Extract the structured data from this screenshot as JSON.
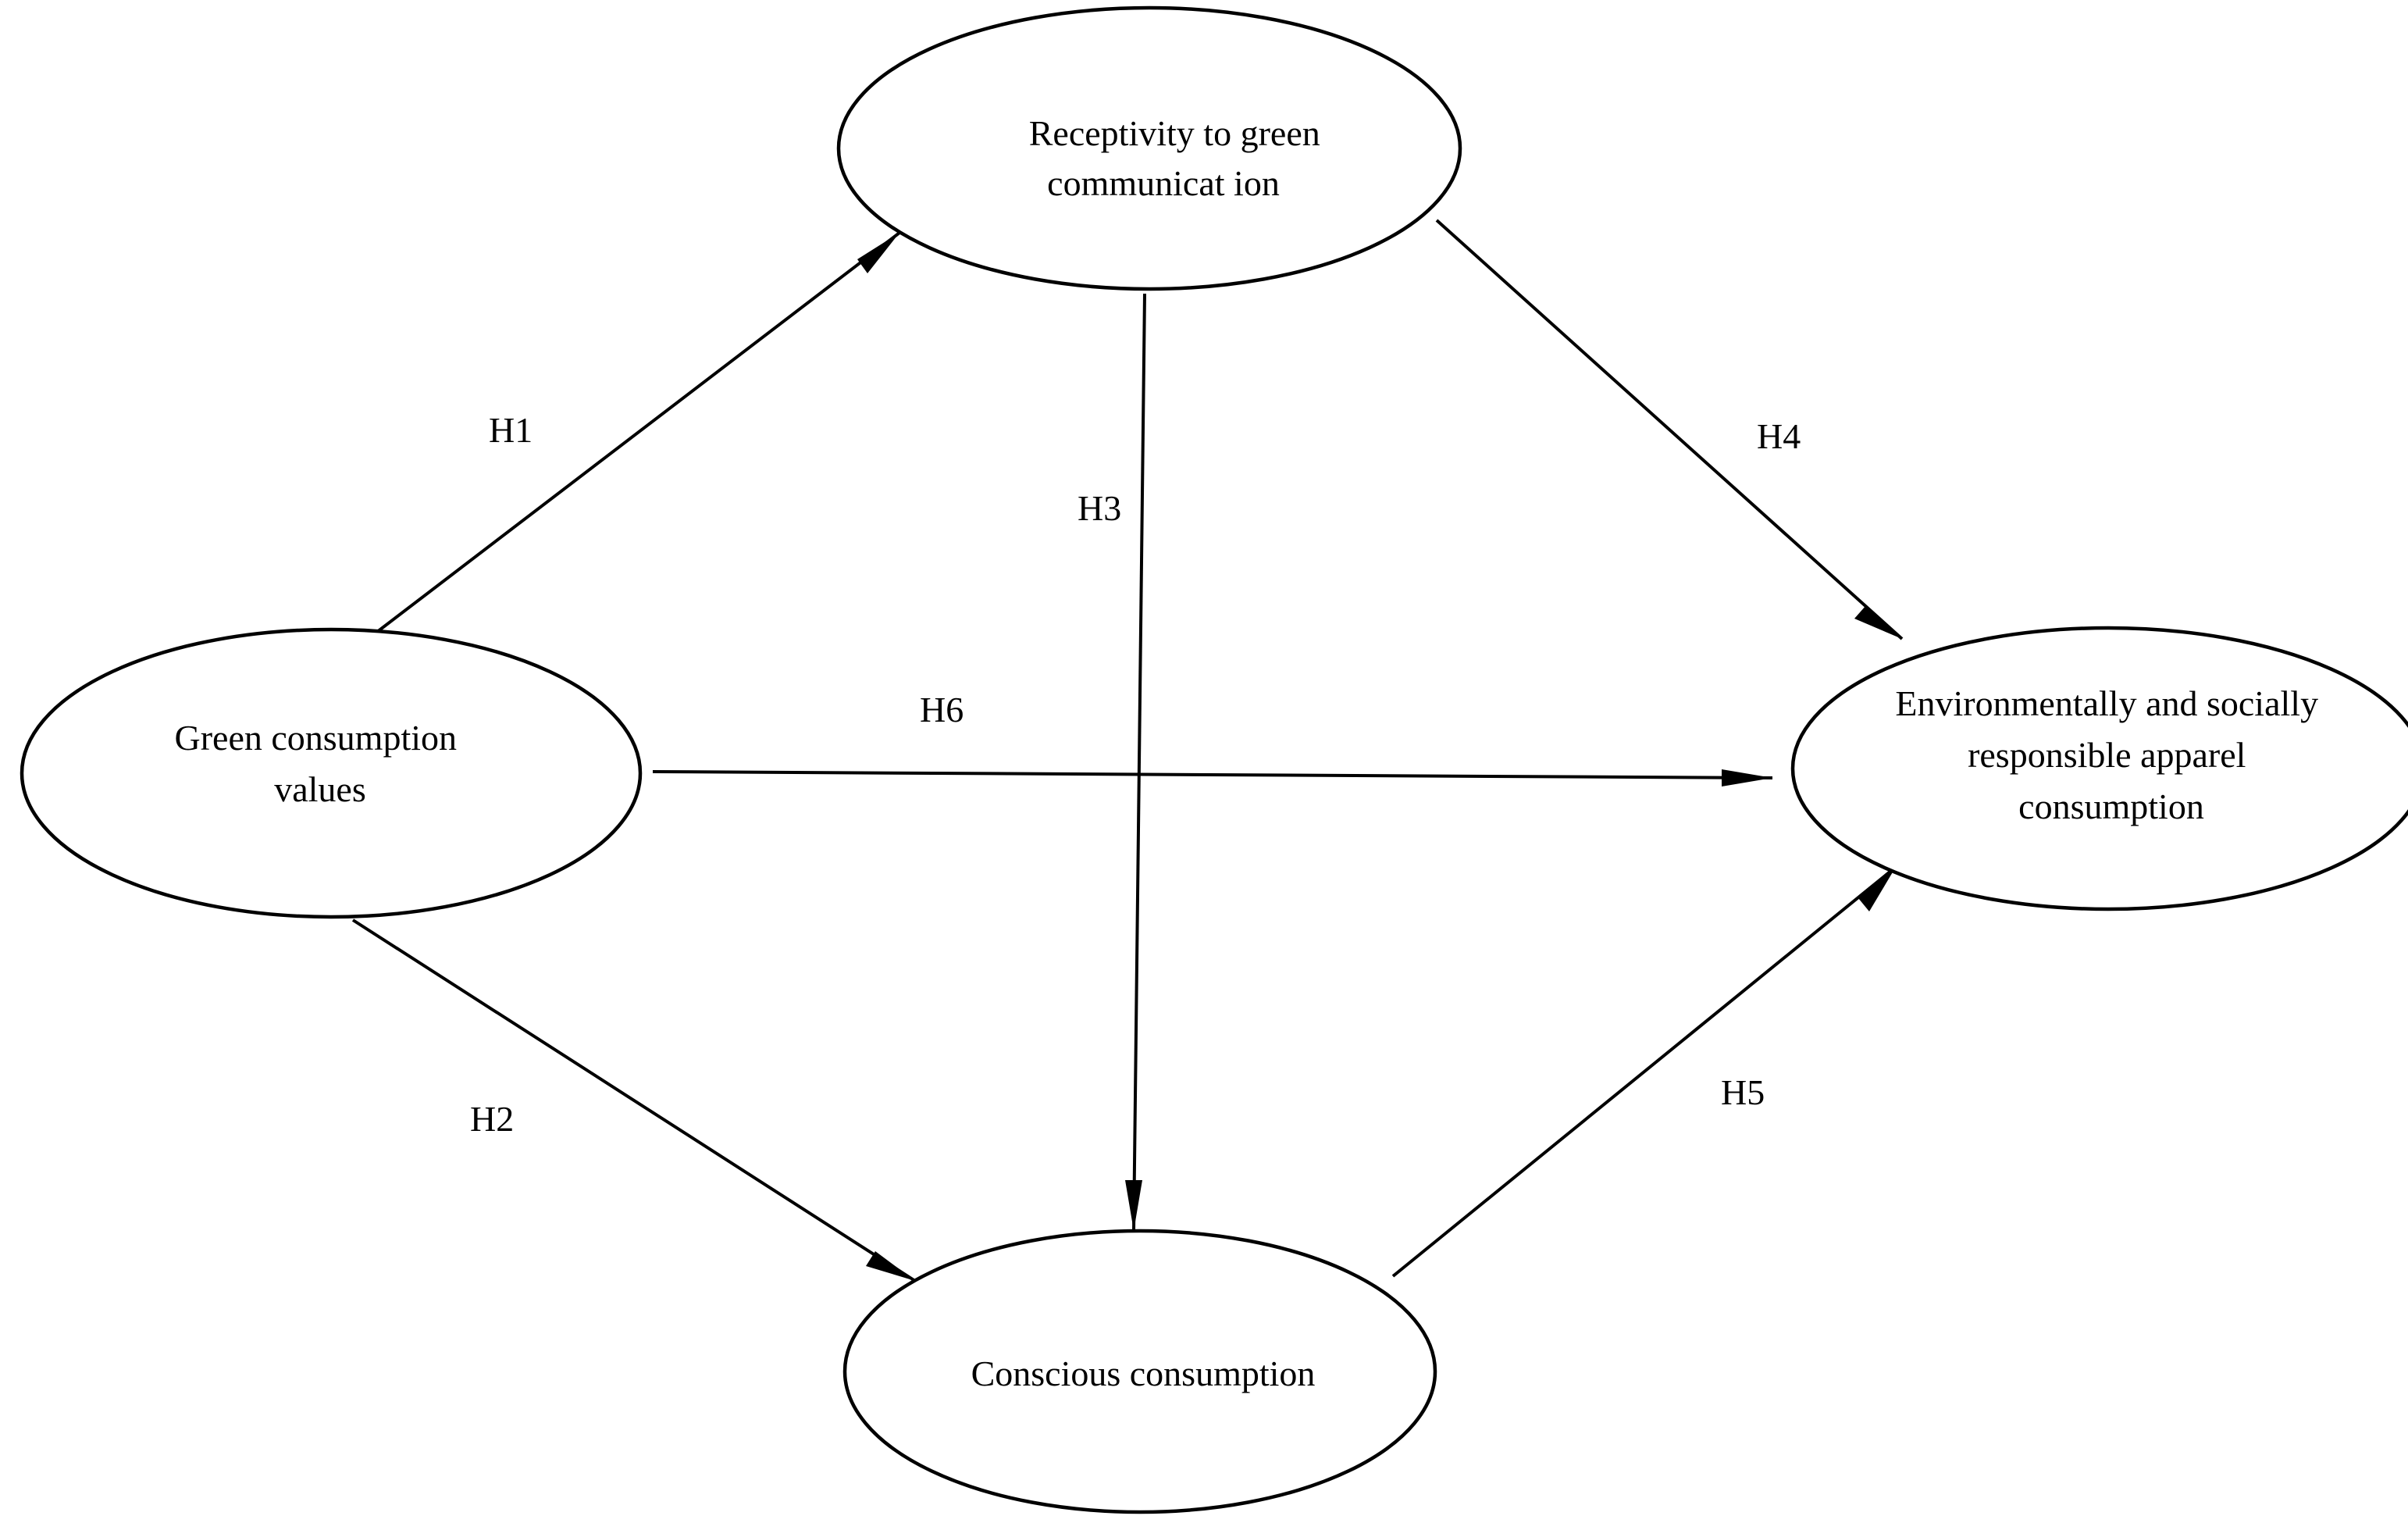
{
  "diagram": {
    "nodes": [
      {
        "id": "gcv",
        "lines": [
          "Green consumption",
          "values"
        ]
      },
      {
        "id": "rgc",
        "lines": [
          "Receptivity to green",
          "communicat ion"
        ]
      },
      {
        "id": "cc",
        "lines": [
          "Conscious consumption"
        ]
      },
      {
        "id": "esr",
        "lines": [
          "Environmentally and socially",
          "responsible apparel",
          "consumption"
        ]
      }
    ],
    "edges": [
      {
        "id": "h1",
        "from": "gcv",
        "to": "rgc",
        "label": "H1"
      },
      {
        "id": "h2",
        "from": "gcv",
        "to": "cc",
        "label": "H2"
      },
      {
        "id": "h3",
        "from": "rgc",
        "to": "cc",
        "label": "H3"
      },
      {
        "id": "h4",
        "from": "rgc",
        "to": "esr",
        "label": "H4"
      },
      {
        "id": "h5",
        "from": "cc",
        "to": "esr",
        "label": "H5"
      },
      {
        "id": "h6",
        "from": "gcv",
        "to": "esr",
        "label": "H6"
      }
    ]
  }
}
